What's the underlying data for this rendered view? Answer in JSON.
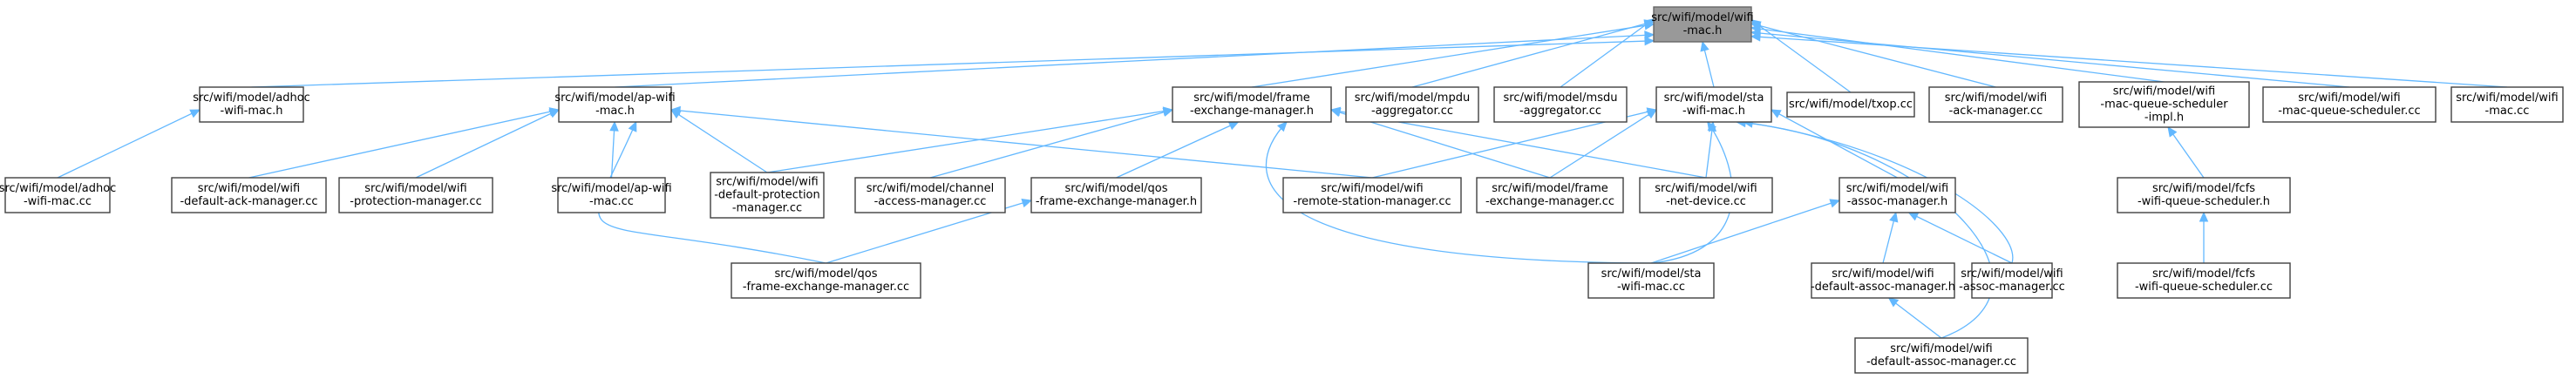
{
  "graph": {
    "nodes": [
      {
        "id": "root",
        "lines": [
          "src/wifi/model/wifi",
          "-mac.h"
        ],
        "root": true
      },
      {
        "id": "adhoc_h",
        "lines": [
          "src/wifi/model/adhoc",
          "-wifi-mac.h"
        ]
      },
      {
        "id": "ap_h",
        "lines": [
          "src/wifi/model/ap-wifi",
          "-mac.h"
        ]
      },
      {
        "id": "fem_h",
        "lines": [
          "src/wifi/model/frame",
          "-exchange-manager.h"
        ]
      },
      {
        "id": "mpdu",
        "lines": [
          "src/wifi/model/mpdu",
          "-aggregator.cc"
        ]
      },
      {
        "id": "msdu",
        "lines": [
          "src/wifi/model/msdu",
          "-aggregator.cc"
        ]
      },
      {
        "id": "sta_h",
        "lines": [
          "src/wifi/model/sta",
          "-wifi-mac.h"
        ]
      },
      {
        "id": "txop",
        "lines": [
          "src/wifi/model/txop.cc"
        ]
      },
      {
        "id": "ackmgr",
        "lines": [
          "src/wifi/model/wifi",
          "-ack-manager.cc"
        ]
      },
      {
        "id": "mqs_impl",
        "lines": [
          "src/wifi/model/wifi",
          "-mac-queue-scheduler",
          "-impl.h"
        ]
      },
      {
        "id": "mqs_cc",
        "lines": [
          "src/wifi/model/wifi",
          "-mac-queue-scheduler.cc"
        ]
      },
      {
        "id": "wifimac_cc",
        "lines": [
          "src/wifi/model/wifi",
          "-mac.cc"
        ]
      },
      {
        "id": "adhoc_cc",
        "lines": [
          "src/wifi/model/adhoc",
          "-wifi-mac.cc"
        ]
      },
      {
        "id": "defack",
        "lines": [
          "src/wifi/model/wifi",
          "-default-ack-manager.cc"
        ]
      },
      {
        "id": "protmgr",
        "lines": [
          "src/wifi/model/wifi",
          "-protection-manager.cc"
        ]
      },
      {
        "id": "ap_cc",
        "lines": [
          "src/wifi/model/ap-wifi",
          "-mac.cc"
        ]
      },
      {
        "id": "defprot",
        "lines": [
          "src/wifi/model/wifi",
          "-default-protection",
          "-manager.cc"
        ]
      },
      {
        "id": "cam",
        "lines": [
          "src/wifi/model/channel",
          "-access-manager.cc"
        ]
      },
      {
        "id": "qosfem_h",
        "lines": [
          "src/wifi/model/qos",
          "-frame-exchange-manager.h"
        ]
      },
      {
        "id": "rsm",
        "lines": [
          "src/wifi/model/wifi",
          "-remote-station-manager.cc"
        ]
      },
      {
        "id": "fem_cc",
        "lines": [
          "src/wifi/model/frame",
          "-exchange-manager.cc"
        ]
      },
      {
        "id": "netdev",
        "lines": [
          "src/wifi/model/wifi",
          "-net-device.cc"
        ]
      },
      {
        "id": "assoc_h",
        "lines": [
          "src/wifi/model/wifi",
          "-assoc-manager.h"
        ]
      },
      {
        "id": "fcfs_h",
        "lines": [
          "src/wifi/model/fcfs",
          "-wifi-queue-scheduler.h"
        ]
      },
      {
        "id": "qosfem_cc",
        "lines": [
          "src/wifi/model/qos",
          "-frame-exchange-manager.cc"
        ]
      },
      {
        "id": "sta_cc",
        "lines": [
          "src/wifi/model/sta",
          "-wifi-mac.cc"
        ]
      },
      {
        "id": "defassoc_h",
        "lines": [
          "src/wifi/model/wifi",
          "-default-assoc-manager.h"
        ]
      },
      {
        "id": "assoc_cc",
        "lines": [
          "src/wifi/model/wifi",
          "-assoc-manager.cc"
        ]
      },
      {
        "id": "fcfs_cc",
        "lines": [
          "src/wifi/model/fcfs",
          "-wifi-queue-scheduler.cc"
        ]
      },
      {
        "id": "defassoc_cc",
        "lines": [
          "src/wifi/model/wifi",
          "-default-assoc-manager.cc"
        ]
      }
    ],
    "edges": [
      {
        "from": "adhoc_h",
        "to": "root"
      },
      {
        "from": "ap_h",
        "to": "root"
      },
      {
        "from": "fem_h",
        "to": "root"
      },
      {
        "from": "mpdu",
        "to": "root"
      },
      {
        "from": "msdu",
        "to": "root"
      },
      {
        "from": "sta_h",
        "to": "root"
      },
      {
        "from": "txop",
        "to": "root"
      },
      {
        "from": "ackmgr",
        "to": "root"
      },
      {
        "from": "mqs_impl",
        "to": "root"
      },
      {
        "from": "mqs_cc",
        "to": "root"
      },
      {
        "from": "wifimac_cc",
        "to": "root"
      },
      {
        "from": "adhoc_cc",
        "to": "adhoc_h"
      },
      {
        "from": "defack",
        "to": "ap_h"
      },
      {
        "from": "protmgr",
        "to": "ap_h"
      },
      {
        "from": "ap_cc",
        "to": "ap_h"
      },
      {
        "from": "defprot",
        "to": "ap_h"
      },
      {
        "from": "qosfem_cc",
        "to": "ap_h"
      },
      {
        "from": "rsm",
        "to": "ap_h"
      },
      {
        "from": "defprot",
        "to": "fem_h"
      },
      {
        "from": "cam",
        "to": "fem_h"
      },
      {
        "from": "qosfem_h",
        "to": "fem_h"
      },
      {
        "from": "fem_cc",
        "to": "fem_h"
      },
      {
        "from": "netdev",
        "to": "fem_h"
      },
      {
        "from": "sta_cc",
        "to": "fem_h"
      },
      {
        "from": "rsm",
        "to": "sta_h"
      },
      {
        "from": "fem_cc",
        "to": "sta_h"
      },
      {
        "from": "netdev",
        "to": "sta_h"
      },
      {
        "from": "assoc_h",
        "to": "sta_h"
      },
      {
        "from": "sta_cc",
        "to": "sta_h"
      },
      {
        "from": "assoc_cc",
        "to": "sta_h"
      },
      {
        "from": "defassoc_cc",
        "to": "sta_h"
      },
      {
        "from": "qosfem_cc",
        "to": "qosfem_h"
      },
      {
        "from": "sta_cc",
        "to": "assoc_h"
      },
      {
        "from": "defassoc_h",
        "to": "assoc_h"
      },
      {
        "from": "assoc_cc",
        "to": "assoc_h"
      },
      {
        "from": "defassoc_cc",
        "to": "defassoc_h"
      },
      {
        "from": "fcfs_h",
        "to": "mqs_impl"
      },
      {
        "from": "fcfs_cc",
        "to": "fcfs_h"
      }
    ]
  }
}
